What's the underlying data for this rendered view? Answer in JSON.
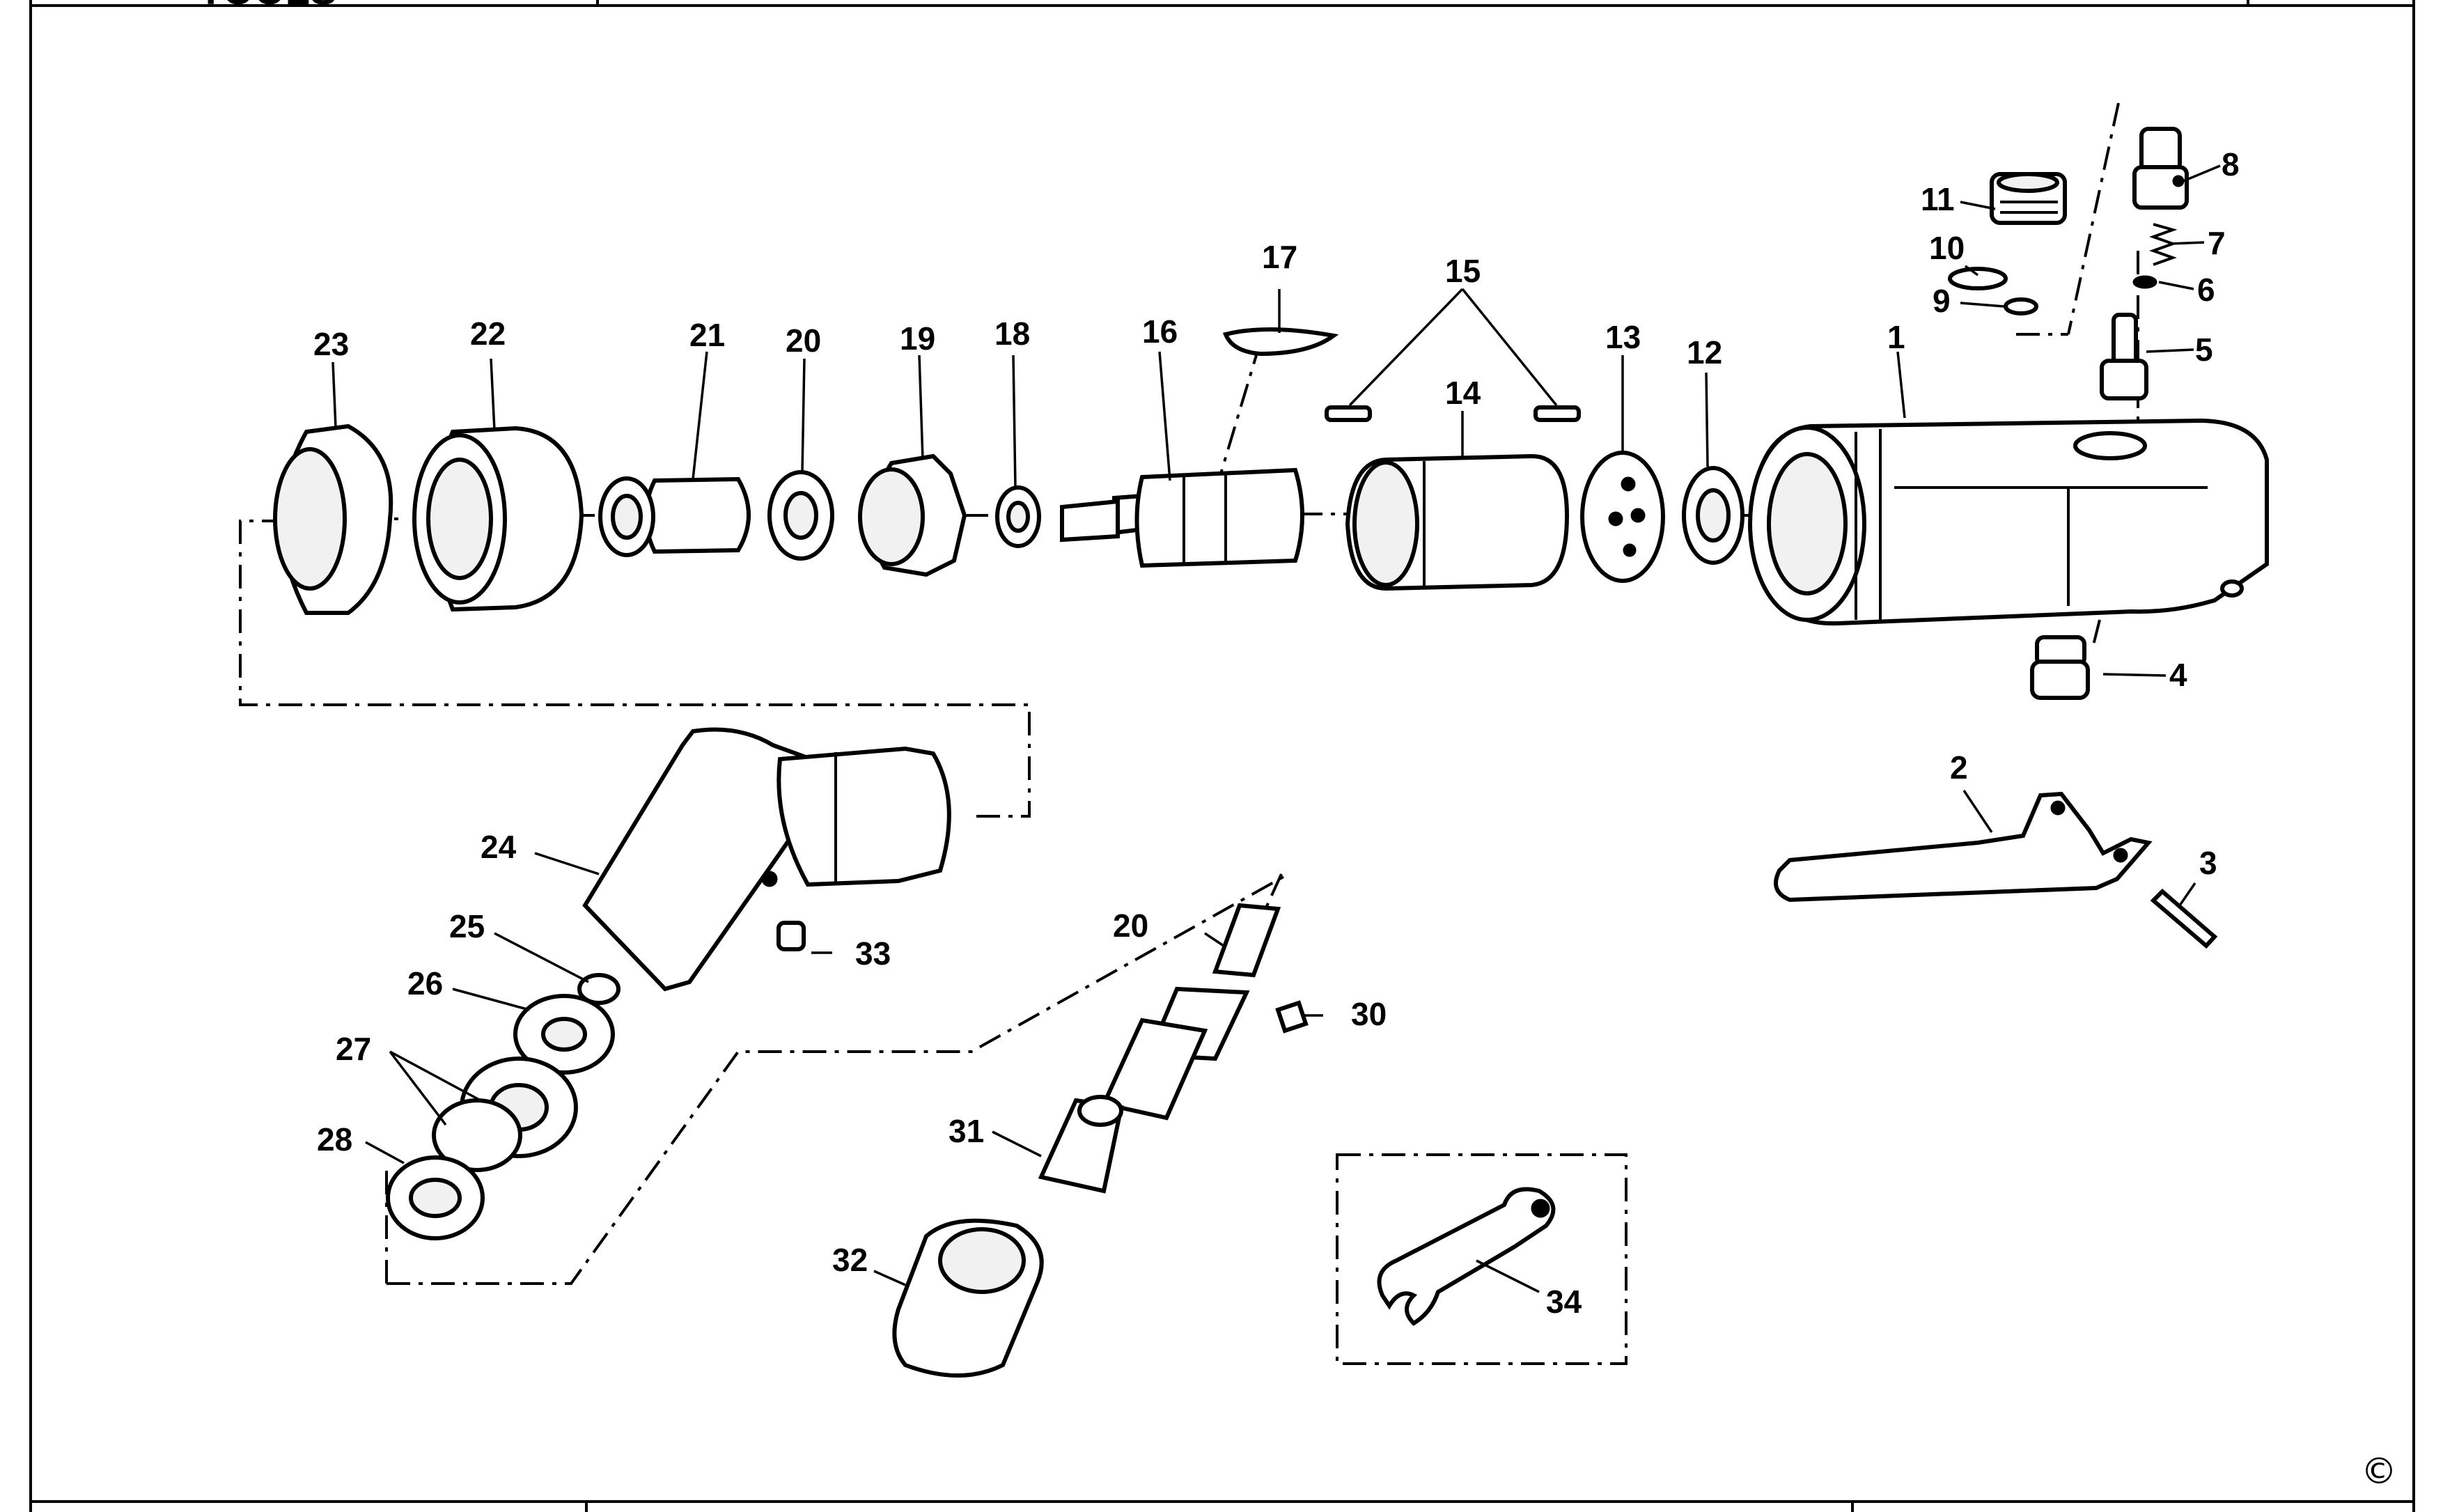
{
  "header": {
    "logo_text": "TOOLS"
  },
  "footer": {
    "text": ""
  },
  "copyright_symbol": "©",
  "callouts": {
    "p1": "1",
    "p2": "2",
    "p3": "3",
    "p4": "4",
    "p5": "5",
    "p6": "6",
    "p7": "7",
    "p8": "8",
    "p9": "9",
    "p10": "10",
    "p11": "11",
    "p12": "12",
    "p13": "13",
    "p14": "14",
    "p15": "15",
    "p16": "16",
    "p17": "17",
    "p18": "18",
    "p19": "19",
    "p20a": "20",
    "p20b": "20",
    "p21": "21",
    "p22": "22",
    "p23": "23",
    "p24": "24",
    "p25": "25",
    "p26": "26",
    "p27": "27",
    "p28": "28",
    "p30": "30",
    "p31": "31",
    "p32": "32",
    "p33": "33",
    "p34": "34"
  },
  "colors": {
    "ink": "#000000",
    "paper": "#ffffff"
  }
}
